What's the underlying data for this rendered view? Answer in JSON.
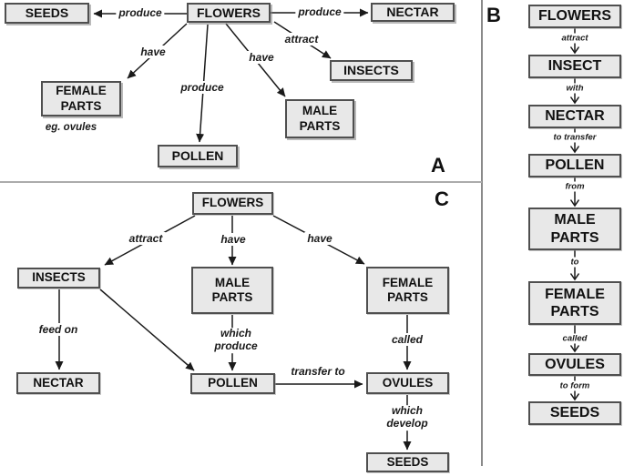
{
  "colors": {
    "box_fill": "#e8e8e8",
    "box_border": "#4f4f4f",
    "line": "#1a1a1a",
    "divider": "#8a8a8a"
  },
  "panel_a": {
    "letter": "A",
    "nodes": {
      "flowers": "FLOWERS",
      "seeds": "SEEDS",
      "nectar": "NECTAR",
      "insects": "INSECTS",
      "female_parts": "FEMALE PARTS",
      "female_parts_note": "eg. ovules",
      "male_parts": "MALE PARTS",
      "pollen": "POLLEN"
    },
    "edges": {
      "flowers_seeds": "produce",
      "flowers_nectar": "produce",
      "flowers_insects": "attract",
      "flowers_female_parts": "have",
      "flowers_pollen": "produce",
      "flowers_male_parts": "have"
    }
  },
  "panel_b": {
    "letter": "B",
    "chain": [
      {
        "node": "FLOWERS",
        "link": "attract"
      },
      {
        "node": "INSECT",
        "link": "with"
      },
      {
        "node": "NECTAR",
        "link": "to transfer"
      },
      {
        "node": "POLLEN",
        "link": "from"
      },
      {
        "node": "MALE PARTS",
        "link": "to"
      },
      {
        "node": "FEMALE PARTS",
        "link": "called"
      },
      {
        "node": "OVULES",
        "link": "to form"
      },
      {
        "node": "SEEDS",
        "link": ""
      }
    ]
  },
  "panel_c": {
    "letter": "C",
    "nodes": {
      "flowers": "FLOWERS",
      "insects": "INSECTS",
      "male_parts": "MALE PARTS",
      "female_parts": "FEMALE PARTS",
      "nectar": "NECTAR",
      "pollen": "POLLEN",
      "ovules": "OVULES",
      "seeds": "SEEDS"
    },
    "edges": {
      "flowers_insects": "attract",
      "flowers_male_parts": "have",
      "flowers_female_parts": "have",
      "insects_nectar": "feed on",
      "male_parts_pollen": "which produce",
      "pollen_ovules": "transfer to",
      "female_parts_ovules": "called",
      "ovules_seeds": "which develop"
    }
  }
}
